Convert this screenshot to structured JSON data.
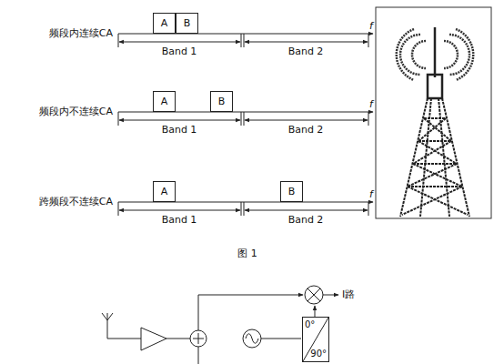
{
  "diagram": {
    "nodes": [
      {
        "text": [
          "A"
        ]
      },
      {
        "text": [
          "B"
        ]
      },
      {
        "text": [
          "A"
        ]
      },
      {
        "text": [
          "B"
        ]
      },
      {
        "text": [
          "A"
        ]
      },
      {
        "text": [
          "B"
        ]
      },
      {
        "text": [
          "0°",
          "90°"
        ]
      }
    ],
    "labels": [
      "频段内连续CA",
      "Band 1",
      "Band 2",
      "频段内不连续CA",
      "Band 1",
      "Band 2",
      "跨频段不连续CA",
      "Band 1",
      "Band 2",
      "f",
      "f",
      "f",
      "图 1",
      "I路"
    ]
  }
}
